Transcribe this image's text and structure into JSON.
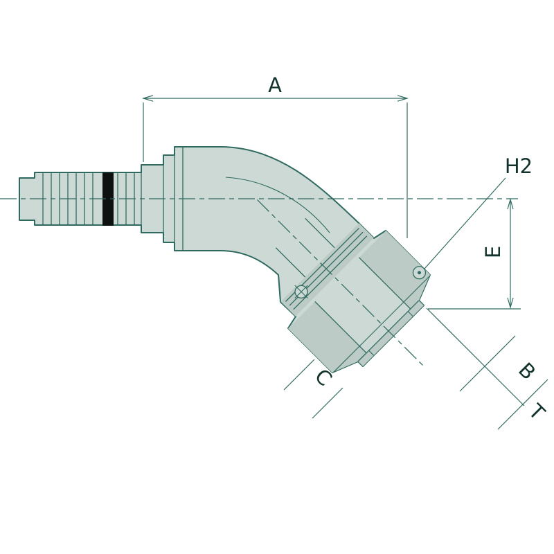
{
  "drawing": {
    "name": "45-degree elbow hose fitting with female swivel nut - dimensioned technical drawing",
    "labels": {
      "a": "A",
      "h2": "H2",
      "e": "E",
      "c": "C",
      "b": "B",
      "t": "T"
    },
    "colors": {
      "line": "#2f6a60",
      "body_fill": "#cdd9d4",
      "shade_fill": "#bccbc5",
      "band": "#0d1110",
      "label_text": "#12332c",
      "background": "#ffffff"
    }
  }
}
